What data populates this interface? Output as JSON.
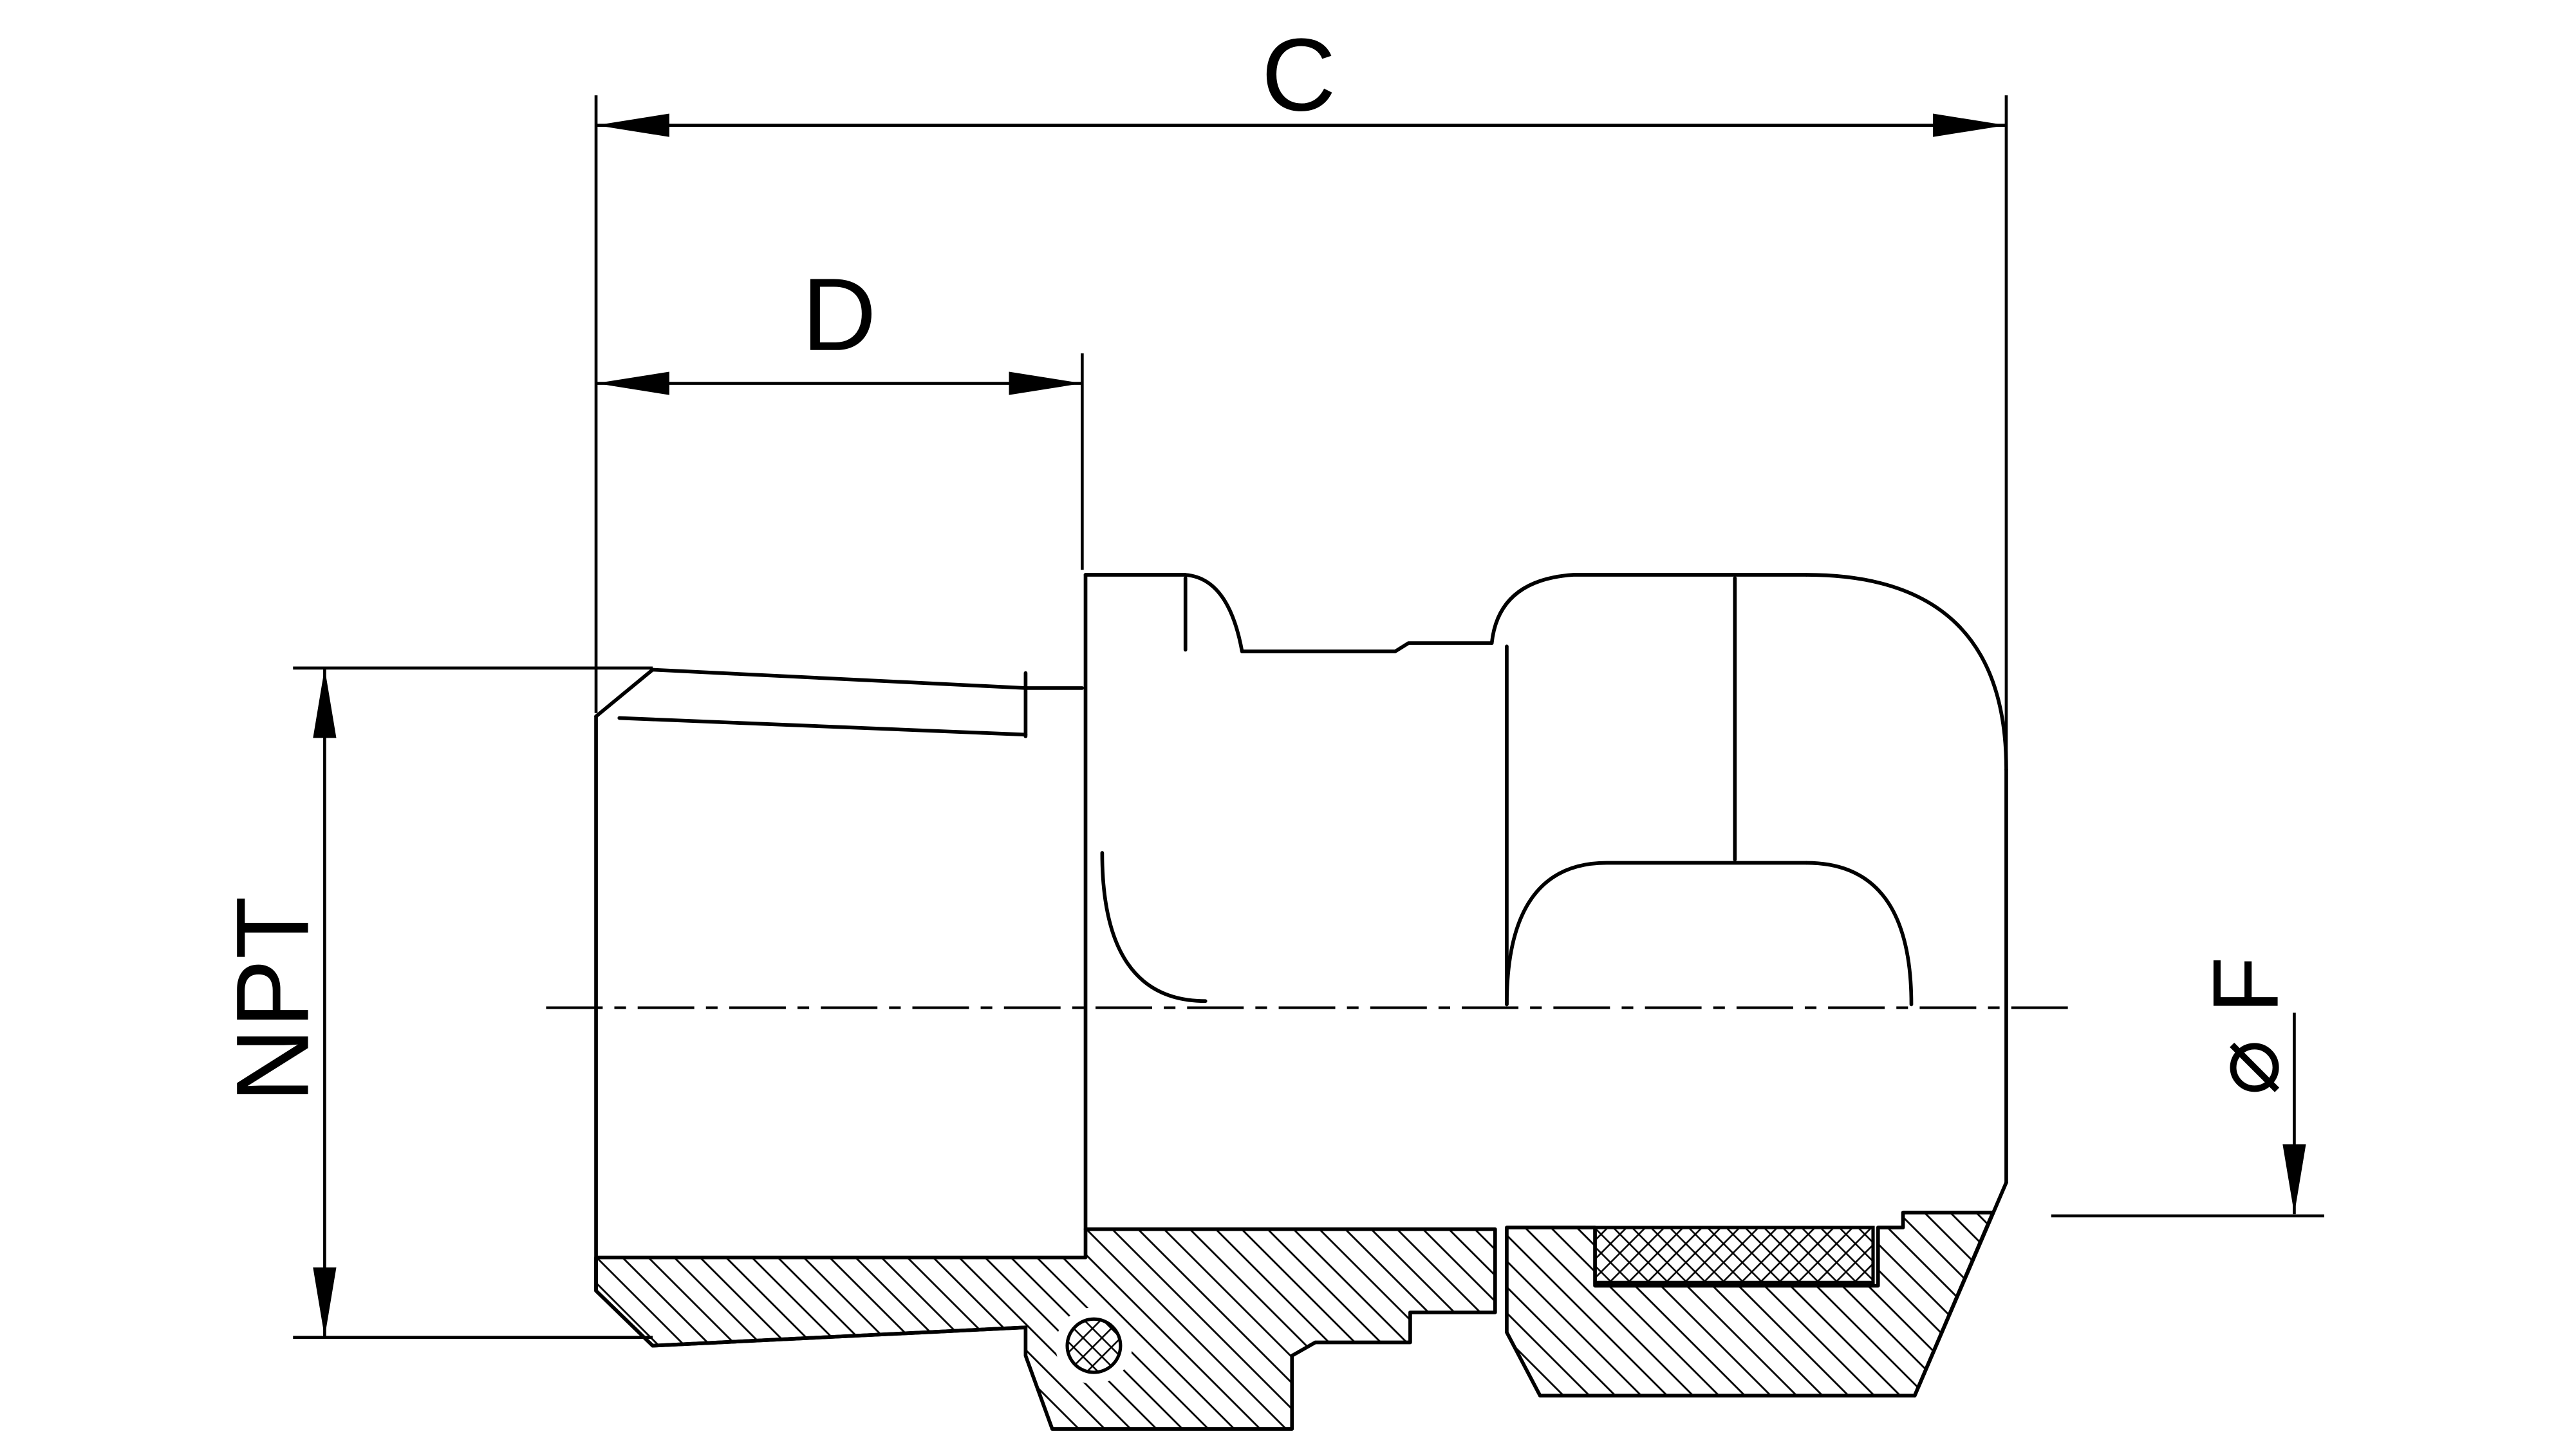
{
  "drawing": {
    "kind": "cable-gland-section-drawing",
    "labels": {
      "dim_c": "C",
      "dim_d": "D",
      "dim_npt": "NPT",
      "dim_f": "⌀ F"
    },
    "colors": {
      "line": "#000000",
      "background": "#ffffff"
    }
  }
}
